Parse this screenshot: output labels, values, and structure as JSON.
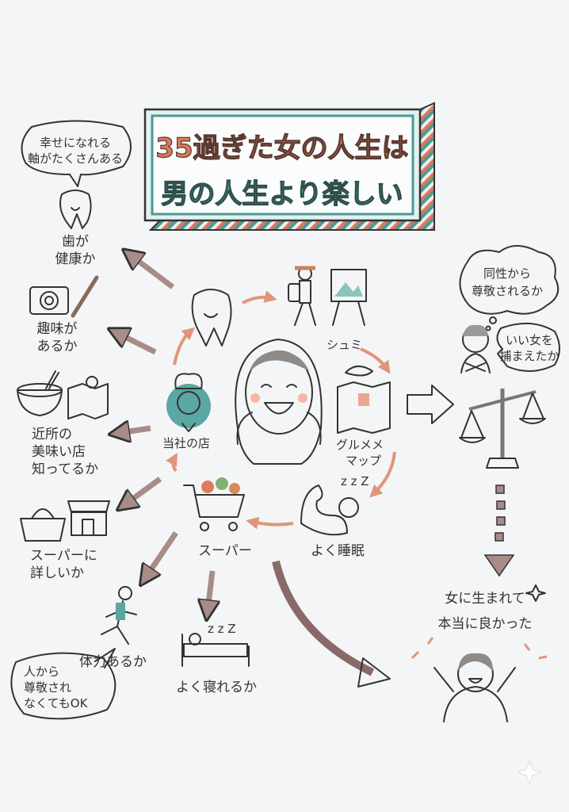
{
  "title": {
    "line1": "35過ぎた女の人生は",
    "line2_a": "男の人生",
    "line2_b": "より",
    "line2_c": "楽しい"
  },
  "left": {
    "bubble": [
      "幸せになれる",
      "軸がたくさんある"
    ],
    "teeth": [
      "歯が",
      "健康か"
    ],
    "hobby": [
      "趣味が",
      "あるか"
    ],
    "food": [
      "近所の",
      "美味い店",
      "知ってるか"
    ],
    "super": [
      "スーパーに",
      "詳しいか"
    ],
    "stamina": "体力あるか",
    "sleep": "よく寝れるか",
    "bubble_bottom": [
      "人から",
      "尊敬され",
      "なくてもOK"
    ]
  },
  "cycle": {
    "hobby": "シュミ",
    "gourmet": [
      "グルメメ",
      "マップ"
    ],
    "sleep": "よく睡眠",
    "super": "スーパー",
    "shop": "当社の店"
  },
  "right": {
    "thought": [
      "同性から",
      "尊敬されるか"
    ],
    "speech": [
      "いい女を",
      "捕まえたか"
    ],
    "conclusion": [
      "女に生まれて",
      "本当に良かった"
    ]
  },
  "colors": {
    "orange": "#d9795c",
    "teal": "#4a9a96",
    "arrow": "#a88c88",
    "bg": "#f4f5f7"
  }
}
